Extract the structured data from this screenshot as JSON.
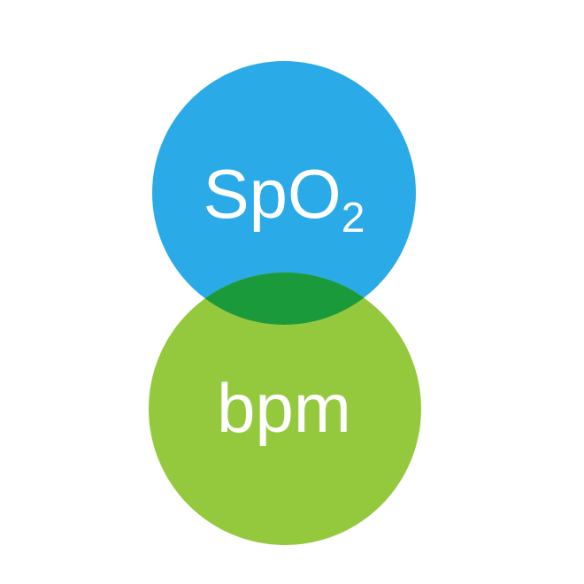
{
  "logo": {
    "top_circle": {
      "label_main": "SpO",
      "label_subscript": "2",
      "color": "#2BAAE8"
    },
    "bottom_circle": {
      "label": "bpm",
      "color": "#95C93D"
    },
    "overlap_color": "#1B9A3C",
    "label_text_color": "#FFFFFF",
    "background_color": "#FFFFFF"
  }
}
